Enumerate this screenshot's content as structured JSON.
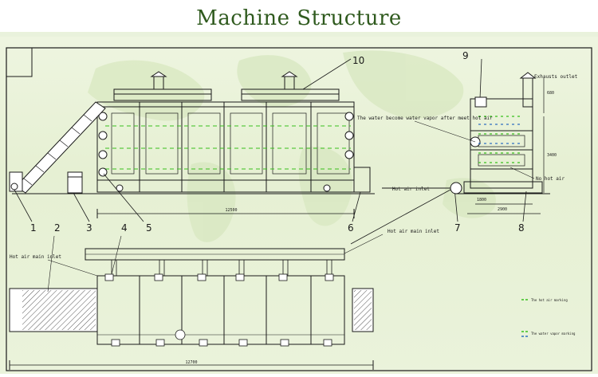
{
  "header": {
    "title": "Machine Structure"
  },
  "callouts": {
    "c1": "1",
    "c2": "2",
    "c3": "3",
    "c4": "4",
    "c5": "5",
    "c6": "6",
    "c7": "7",
    "c8": "8",
    "c9": "9",
    "c10": "10"
  },
  "labels": {
    "exhausts_outlet": "Exhausts outlet",
    "water_vapor": "The water become water vapor after meet hot air",
    "no_hot_air": "No hot air",
    "hot_air_inlet": "Hot air inlet",
    "hot_air_main_inlet_top": "Hot air main inlet",
    "hot_air_main_inlet_left": "Hot air main inlet",
    "legend_hot_air": "The hot air marking",
    "legend_vapor": "The water vapor marking"
  },
  "dimensions": {
    "top_length": "12500",
    "bottom_length": "12700",
    "side_w1": "1800",
    "side_w2": "2900",
    "side_h": "3400",
    "top_h": "680"
  },
  "colors": {
    "title": "#2f5a1e",
    "line": "#1a1a1a",
    "hot_air": "#38c01c",
    "vapor": "#2f6fc0",
    "bg": "#e9f2dc"
  }
}
